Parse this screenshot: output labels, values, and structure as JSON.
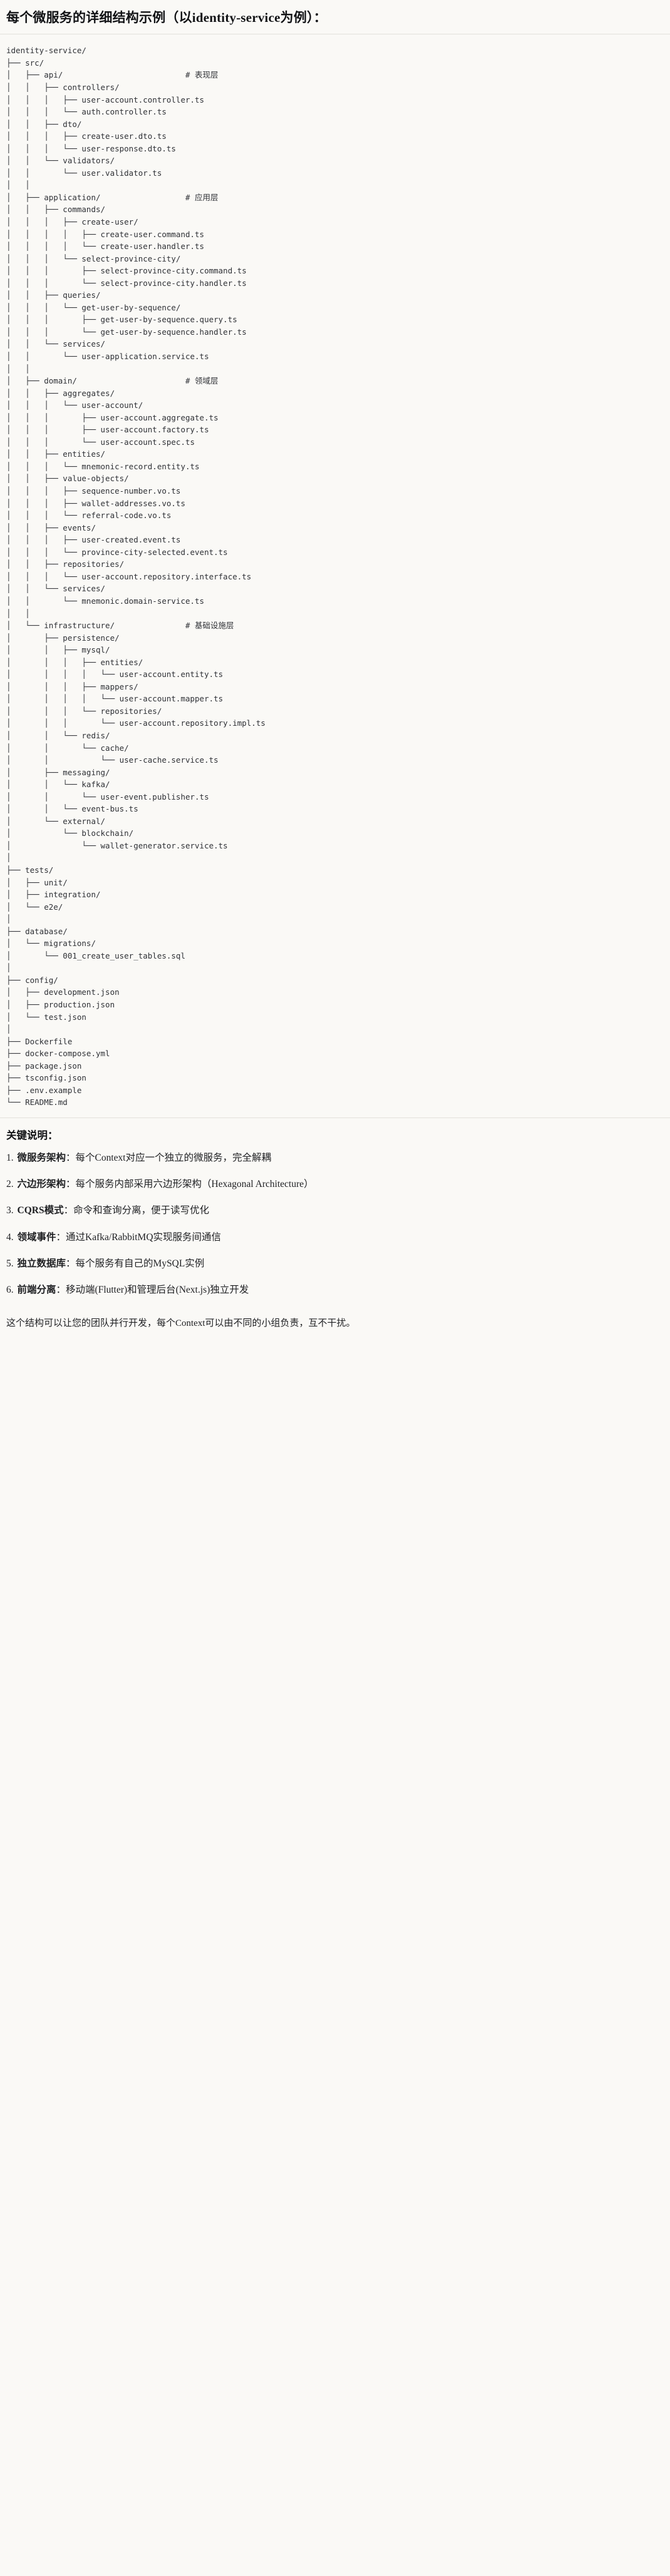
{
  "header": {
    "title": "每个微服务的详细结构示例（以identity-service为例）："
  },
  "tree": {
    "root": "identity-service/",
    "text": "identity-service/\n├── src/\n│   ├── api/                          # 表现层\n│   │   ├── controllers/\n│   │   │   ├── user-account.controller.ts\n│   │   │   └── auth.controller.ts\n│   │   ├── dto/\n│   │   │   ├── create-user.dto.ts\n│   │   │   └── user-response.dto.ts\n│   │   └── validators/\n│   │       └── user.validator.ts\n│   │\n│   ├── application/                  # 应用层\n│   │   ├── commands/\n│   │   │   ├── create-user/\n│   │   │   │   ├── create-user.command.ts\n│   │   │   │   └── create-user.handler.ts\n│   │   │   └── select-province-city/\n│   │   │       ├── select-province-city.command.ts\n│   │   │       └── select-province-city.handler.ts\n│   │   ├── queries/\n│   │   │   └── get-user-by-sequence/\n│   │   │       ├── get-user-by-sequence.query.ts\n│   │   │       └── get-user-by-sequence.handler.ts\n│   │   └── services/\n│   │       └── user-application.service.ts\n│   │\n│   ├── domain/                       # 领域层\n│   │   ├── aggregates/\n│   │   │   └── user-account/\n│   │   │       ├── user-account.aggregate.ts\n│   │   │       ├── user-account.factory.ts\n│   │   │       └── user-account.spec.ts\n│   │   ├── entities/\n│   │   │   └── mnemonic-record.entity.ts\n│   │   ├── value-objects/\n│   │   │   ├── sequence-number.vo.ts\n│   │   │   ├── wallet-addresses.vo.ts\n│   │   │   └── referral-code.vo.ts\n│   │   ├── events/\n│   │   │   ├── user-created.event.ts\n│   │   │   └── province-city-selected.event.ts\n│   │   ├── repositories/\n│   │   │   └── user-account.repository.interface.ts\n│   │   └── services/\n│   │       └── mnemonic.domain-service.ts\n│   │\n│   └── infrastructure/               # 基础设施层\n│       ├── persistence/\n│       │   ├── mysql/\n│       │   │   ├── entities/\n│       │   │   │   └── user-account.entity.ts\n│       │   │   ├── mappers/\n│       │   │   │   └── user-account.mapper.ts\n│       │   │   └── repositories/\n│       │   │       └── user-account.repository.impl.ts\n│       │   └── redis/\n│       │       └── cache/\n│       │           └── user-cache.service.ts\n│       ├── messaging/\n│       │   └── kafka/\n│       │       └── user-event.publisher.ts\n│       │   └── event-bus.ts\n│       └── external/\n│           └── blockchain/\n│               └── wallet-generator.service.ts\n│\n├── tests/\n│   ├── unit/\n│   ├── integration/\n│   └── e2e/\n│\n├── database/\n│   └── migrations/\n│       └── 001_create_user_tables.sql\n│\n├── config/\n│   ├── development.json\n│   ├── production.json\n│   └── test.json\n│\n├── Dockerfile\n├── docker-compose.yml\n├── package.json\n├── tsconfig.json\n├── .env.example\n└── README.md",
    "layer_comments": [
      "# 表现层",
      "# 应用层",
      "# 领域层",
      "# 基础设施层"
    ]
  },
  "notes": {
    "title": "关键说明：",
    "items": [
      {
        "index": "1.",
        "term": "微服务架构",
        "sep": "：",
        "desc": "每个Context对应一个独立的微服务，完全解耦"
      },
      {
        "index": "2.",
        "term": "六边形架构",
        "sep": "：",
        "desc": "每个服务内部采用六边形架构（Hexagonal Architecture）"
      },
      {
        "index": "3.",
        "term": "CQRS模式",
        "sep": "：",
        "desc": "命令和查询分离，便于读写优化"
      },
      {
        "index": "4.",
        "term": "领域事件",
        "sep": "：",
        "desc": "通过Kafka/RabbitMQ实现服务间通信"
      },
      {
        "index": "5.",
        "term": "独立数据库",
        "sep": "：",
        "desc": "每个服务有自己的MySQL实例"
      },
      {
        "index": "6.",
        "term": "前端分离",
        "sep": "：",
        "desc": "移动端(Flutter)和管理后台(Next.js)独立开发"
      }
    ]
  },
  "footer": {
    "text": "这个结构可以让您的团队并行开发，每个Context可以由不同的小组负责，互不干扰。"
  },
  "colors": {
    "background": "#faf9f6",
    "text": "#1f2023",
    "code_text": "#2f3136",
    "divider": "#e3e1dc"
  }
}
